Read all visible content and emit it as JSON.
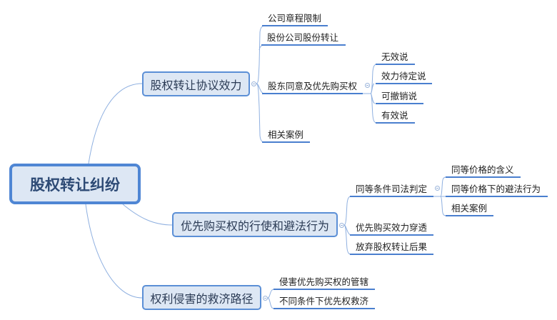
{
  "root": {
    "label": "股权转让纠纷"
  },
  "branches": [
    {
      "label": "股权转让协议效力",
      "children": [
        {
          "label": "公司章程限制"
        },
        {
          "label": "股份公司股份转让"
        },
        {
          "label": "股东同意及优先购买权",
          "children": [
            {
              "label": "无效说"
            },
            {
              "label": "效力待定说"
            },
            {
              "label": "可撤销说"
            },
            {
              "label": "有效说"
            }
          ]
        },
        {
          "label": "相关案例"
        }
      ]
    },
    {
      "label": "优先购买权的行使和避法行为",
      "children": [
        {
          "label": "同等条件司法判定",
          "children": [
            {
              "label": "同等价格的含义"
            },
            {
              "label": "同等价格下的避法行为"
            },
            {
              "label": "相关案例"
            }
          ]
        },
        {
          "label": "优先购买效力穿透"
        },
        {
          "label": "放弃股权转让后果"
        }
      ]
    },
    {
      "label": "权利侵害的救济路径",
      "children": [
        {
          "label": "侵害优先购买权的管辖"
        },
        {
          "label": "不同条件下优先权救济"
        }
      ]
    }
  ],
  "colors": {
    "node_fill": "#dde7f4",
    "node_border": "#5b8fd6",
    "underline": "#4a7fcf",
    "connector": "#8fb0e0"
  }
}
